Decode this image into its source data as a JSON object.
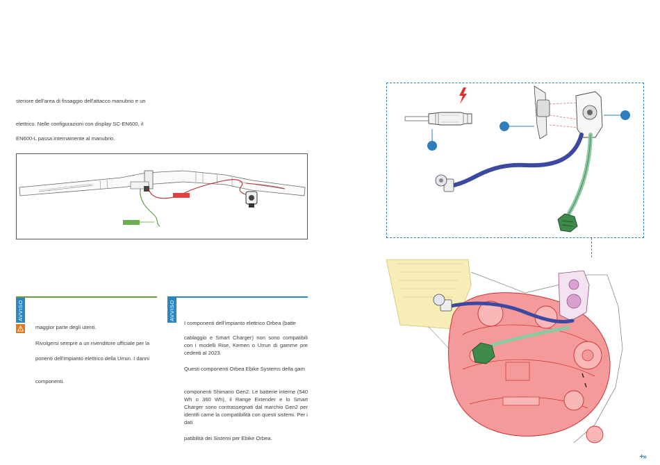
{
  "left": {
    "intro_line1": "steriore dell'area di fissaggio dell'attacco manubrio e un",
    "intro_line2": "elettrico. Nelle configurazioni con display SC-EN600, il",
    "intro_line3": "EN600-L passa internamente al manubrio."
  },
  "warnings": [
    {
      "tab_label": "AVVISO",
      "rule_color": "#6a9a3a",
      "paragraphs": [
        "maggior parte degli utenti.",
        "Rivolgersi sempre a un rivenditore ufficiale per la",
        "ponenti dell'impianto elettrico della Urrun. I danni",
        "componenti."
      ]
    },
    {
      "tab_label": "AVVISO",
      "rule_color": "#2b87c4",
      "paragraphs": [
        "I componenti dell'impianto elettrico Orbea (batte",
        "cablaggio e Smart Charger) non sono compatibili con i modelli Rise, Kemen o Urrun di gamme pre cedenti al 2023.",
        "Questi componenti Orbea Ebike Systems della gam",
        "componenti Shimano Gen2. Le batterie interne (540 Wh o 360 Wh), il Range Extender e lo Smart Charger sono contrassegnati dal marchio Gen2 per identifi carne la compatibilità con questi sistemi. Per i dati",
        "patibilità dei Sistemi per Ebike Orbea."
      ]
    }
  ],
  "colors": {
    "accent_blue": "#2d7fbd",
    "callout_red": "#e04040",
    "callout_green": "#6ab04c",
    "cable_blue": "#3b4aa0",
    "cable_green": "#8cc9a0",
    "motor_red": "#f06060",
    "battery_yellow": "#f6ecb0",
    "warning_orange": "#e07820",
    "bolt_red": "#e03030"
  },
  "icons": {
    "lightning": "lightning-icon",
    "warning": "warning-triangle-icon",
    "next": "next-page-icon"
  },
  "nav": {
    "next_label": "+»"
  }
}
